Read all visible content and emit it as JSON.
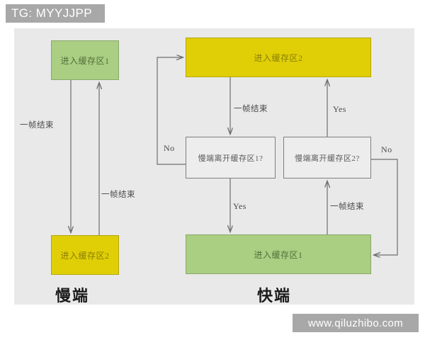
{
  "watermarks": {
    "top_left": "TG: MYYJJPP",
    "bottom_right": "www.qiluzhibo.com"
  },
  "colors": {
    "plate_background": "#e9e9e9",
    "green_fill": "#aace82",
    "green_border": "#8aa86b",
    "green_text": "#51703b",
    "yellow_fill": "#e0cf06",
    "yellow_border": "#b3a50a",
    "yellow_text": "#8a7f06",
    "decision_fill": "#ededed",
    "decision_border": "#7f7f7f",
    "edge_stroke": "#6e6e6e",
    "watermark_background": "#a8a8a8"
  },
  "diagram": {
    "type": "flowchart",
    "columns": [
      {
        "id": "slow",
        "caption": "慢端"
      },
      {
        "id": "fast",
        "caption": "快端"
      }
    ],
    "nodes": [
      {
        "id": "slow-buf1",
        "label": "进入缓存区1",
        "shape": "process",
        "style": "green"
      },
      {
        "id": "slow-buf2",
        "label": "进入缓存区2",
        "shape": "process",
        "style": "yellow"
      },
      {
        "id": "fast-buf2",
        "label": "进入缓存区2",
        "shape": "process",
        "style": "yellow"
      },
      {
        "id": "fast-buf1",
        "label": "进入缓存区1",
        "shape": "process",
        "style": "green"
      },
      {
        "id": "dec-left",
        "label": "慢端离开缓存区1?",
        "shape": "decision",
        "style": "decision"
      },
      {
        "id": "dec-right",
        "label": "慢端离开缓存区2?",
        "shape": "decision",
        "style": "decision"
      }
    ],
    "edges": [
      {
        "id": "slow-down",
        "from": "slow-buf1",
        "to": "slow-buf2",
        "label": "一帧结束"
      },
      {
        "id": "slow-up",
        "from": "slow-buf2",
        "to": "slow-buf1",
        "label": "一帧结束"
      },
      {
        "id": "frame-top",
        "from": "fast-buf2",
        "to": "dec-left",
        "label": "一帧结束"
      },
      {
        "id": "no-left",
        "from": "dec-left",
        "to": "fast-buf2",
        "label": "No"
      },
      {
        "id": "yes-down",
        "from": "dec-left",
        "to": "fast-buf1",
        "label": "Yes"
      },
      {
        "id": "frame-up",
        "from": "fast-buf1",
        "to": "dec-right",
        "label": "一帧结束"
      },
      {
        "id": "yes-right",
        "from": "dec-right",
        "to": "fast-buf2",
        "label": "Yes"
      },
      {
        "id": "no-right",
        "from": "dec-right",
        "to": "fast-buf1",
        "label": "No"
      }
    ]
  }
}
